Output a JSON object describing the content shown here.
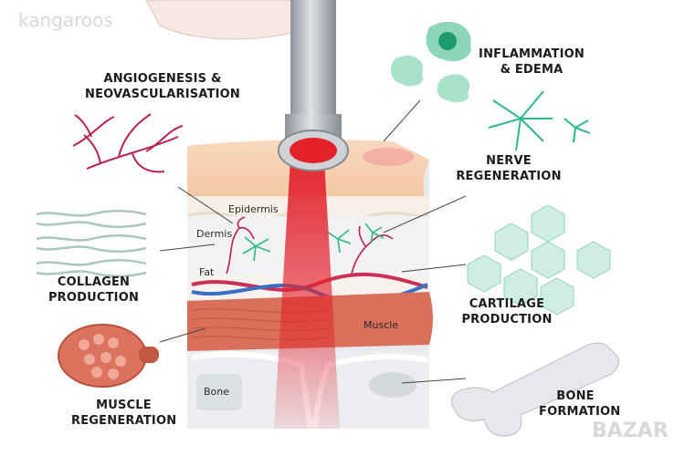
{
  "watermark_top": "kangaroos",
  "watermark_bottom": "BAZAR",
  "labels": {
    "angiogenesis_1": "ANGIOGENESIS &",
    "angiogenesis_2": "NEOVASCULARISATION",
    "inflammation_1": "INFLAMMATION",
    "inflammation_2": "& EDEMA",
    "nerve_1": "NERVE",
    "nerve_2": "REGENERATION",
    "collagen_1": "COLLAGEN",
    "collagen_2": "PRODUCTION",
    "cartilage_1": "CARTILAGE",
    "cartilage_2": "PRODUCTION",
    "muscle_regen_1": "MUSCLE",
    "muscle_regen_2": "REGENERATION",
    "bone_form_1": "BONE",
    "bone_form_2": "FORMATION"
  },
  "tissue_layers": {
    "epidermis": "Epidermis",
    "dermis": "Dermis",
    "fat": "Fat",
    "muscle": "Muscle",
    "bone": "Bone"
  },
  "colors": {
    "skin": "#f6d2b4",
    "dermis": "#f1efef",
    "muscle": "#d9705c",
    "bone": "#eceef1",
    "laser": "#e2242c",
    "cells": "#2fb986",
    "vessels": "#b9224d"
  }
}
